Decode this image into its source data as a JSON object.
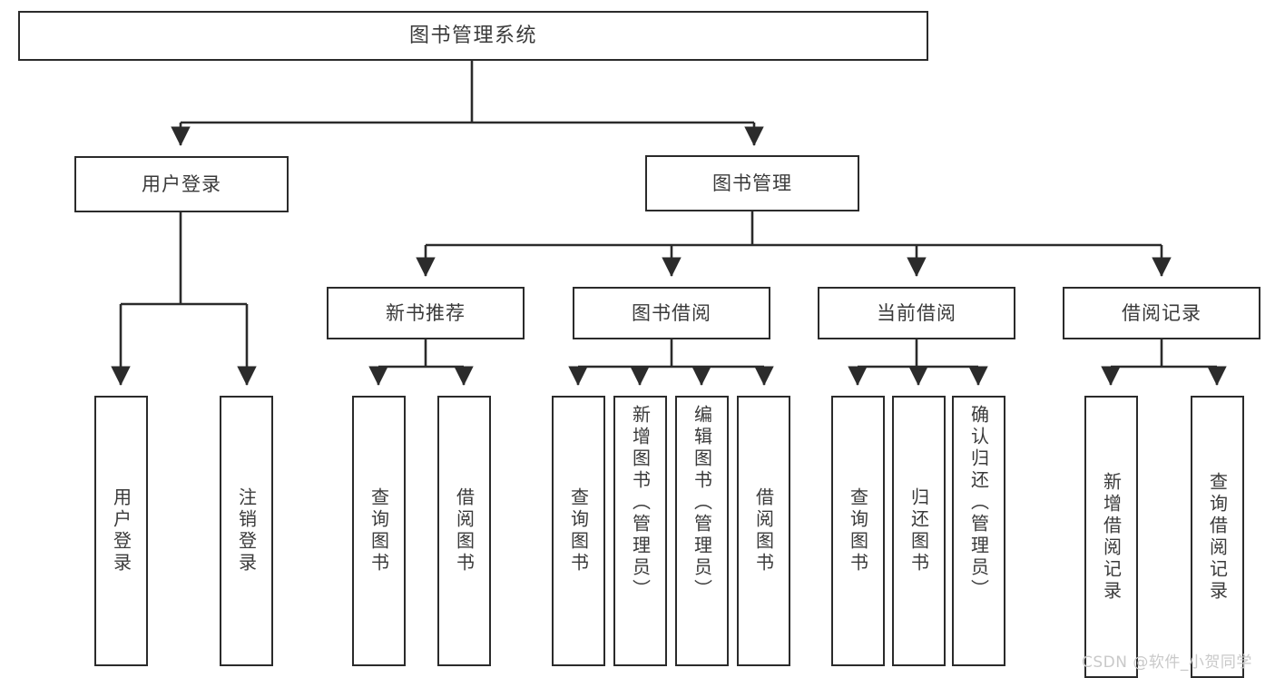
{
  "diagram": {
    "title": "图书管理系统",
    "type": "tree",
    "watermark": "CSDN @软件_小贺同学",
    "colors": {
      "node_border": "#2b2b2b",
      "node_fill": "#ffffff",
      "connector": "#2b2b2b",
      "text": "#3a3a3a",
      "watermark": "#c9c9c9"
    },
    "root": {
      "label": "图书管理系统"
    },
    "level1": [
      {
        "label": "用户登录"
      },
      {
        "label": "图书管理"
      }
    ],
    "level2": [
      {
        "label": "新书推荐"
      },
      {
        "label": "图书借阅"
      },
      {
        "label": "当前借阅"
      },
      {
        "label": "借阅记录"
      }
    ],
    "leaves": {
      "user_login": [
        {
          "label": "用户登录"
        },
        {
          "label": "注销登录"
        }
      ],
      "new_book_recommend": [
        {
          "label": "查询图书"
        },
        {
          "label": "借阅图书"
        }
      ],
      "book_borrow": [
        {
          "label": "查询图书"
        },
        {
          "label": "新增图书（管理员）"
        },
        {
          "label": "编辑图书（管理员）"
        },
        {
          "label": "借阅图书"
        }
      ],
      "current_borrow": [
        {
          "label": "查询图书"
        },
        {
          "label": "归还图书"
        },
        {
          "label": "确认归还（管理员）"
        }
      ],
      "borrow_record": [
        {
          "label": "新增借阅记录"
        },
        {
          "label": "查询借阅记录"
        }
      ]
    }
  }
}
